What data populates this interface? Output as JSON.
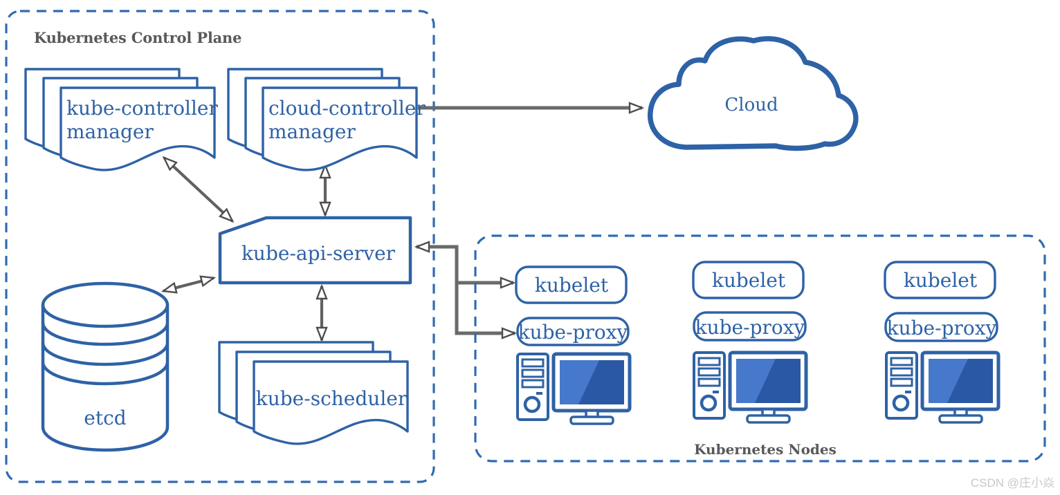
{
  "diagram": {
    "control_plane": {
      "title": "Kubernetes Control Plane",
      "kube_controller_manager": {
        "line1": "kube-controller",
        "line2": "manager"
      },
      "cloud_controller_manager": {
        "line1": "cloud-controller",
        "line2": "manager"
      },
      "kube_api_server": {
        "label": "kube-api-server"
      },
      "etcd": {
        "label": "etcd"
      },
      "kube_scheduler": {
        "label": "kube-scheduler"
      }
    },
    "cloud": {
      "label": "Cloud"
    },
    "nodes": {
      "title": "Kubernetes Nodes",
      "items": [
        {
          "kubelet": "kubelet",
          "kube_proxy": "kube-proxy"
        },
        {
          "kubelet": "kubelet",
          "kube_proxy": "kube-proxy"
        },
        {
          "kubelet": "kubelet",
          "kube_proxy": "kube-proxy"
        }
      ]
    },
    "watermark": "CSDN @庄小焱",
    "colors": {
      "shape_stroke": "#2e62a6",
      "dashed_box_stroke": "#2f6bb0",
      "label_text": "#2e62a6",
      "title_text": "#595959",
      "arrow": "#616161",
      "screen_dark": "#2a58a4",
      "screen_light": "#4678cb",
      "watermark": "#c9c9c9",
      "background": "#ffffff"
    }
  }
}
